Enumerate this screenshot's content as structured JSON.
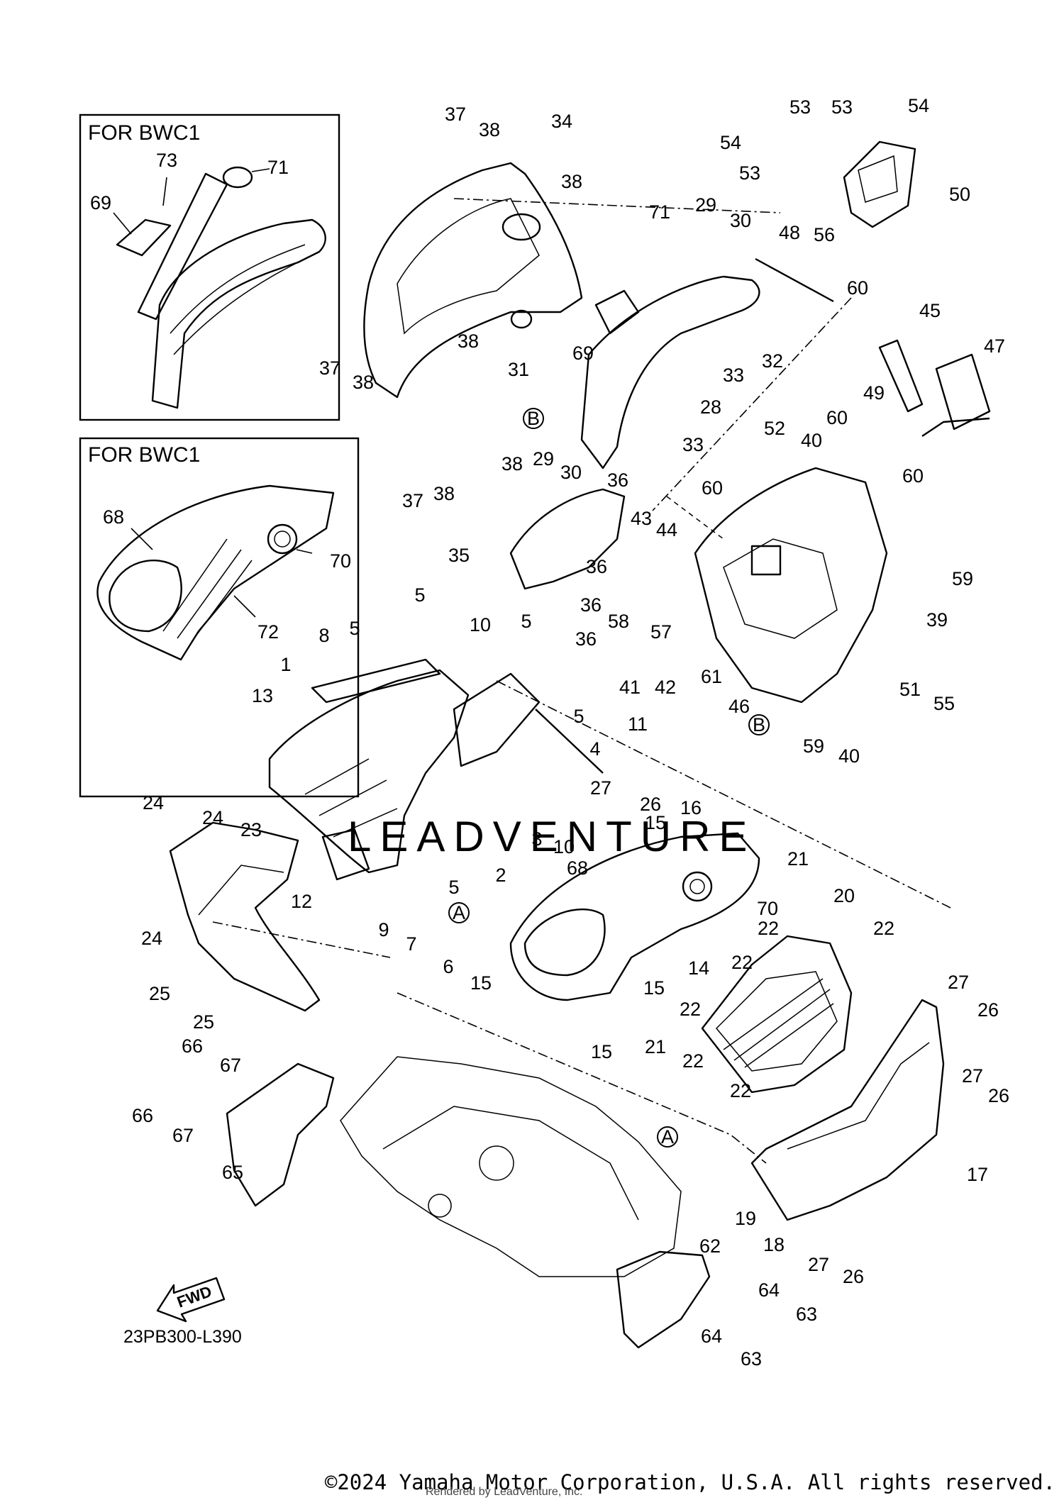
{
  "insets": [
    {
      "title": "FOR BWC1",
      "callouts": [
        "73",
        "71",
        "69"
      ]
    },
    {
      "title": "FOR BWC1",
      "callouts": [
        "68",
        "70",
        "72"
      ]
    }
  ],
  "circle_markers": [
    "A",
    "B"
  ],
  "callouts": [
    "1",
    "2",
    "3",
    "4",
    "5",
    "6",
    "7",
    "8",
    "9",
    "10",
    "11",
    "12",
    "13",
    "14",
    "15",
    "16",
    "17",
    "18",
    "19",
    "20",
    "21",
    "22",
    "23",
    "24",
    "25",
    "26",
    "27",
    "28",
    "29",
    "30",
    "31",
    "32",
    "33",
    "34",
    "35",
    "36",
    "37",
    "38",
    "39",
    "40",
    "41",
    "42",
    "43",
    "44",
    "45",
    "46",
    "47",
    "48",
    "49",
    "50",
    "51",
    "52",
    "53",
    "54",
    "55",
    "56",
    "57",
    "58",
    "59",
    "60",
    "61",
    "62",
    "63",
    "64",
    "65",
    "66",
    "67",
    "68",
    "69",
    "70",
    "71",
    "72",
    "73"
  ],
  "fwd_label": "FWD",
  "figure_code": "23PB300-L390",
  "watermark": "LEADVENTURE",
  "copyright": "©2024 Yamaha Motor Corporation, U.S.A. All rights reserved.",
  "rendered_by": "Rendered by LeadVenture, Inc."
}
